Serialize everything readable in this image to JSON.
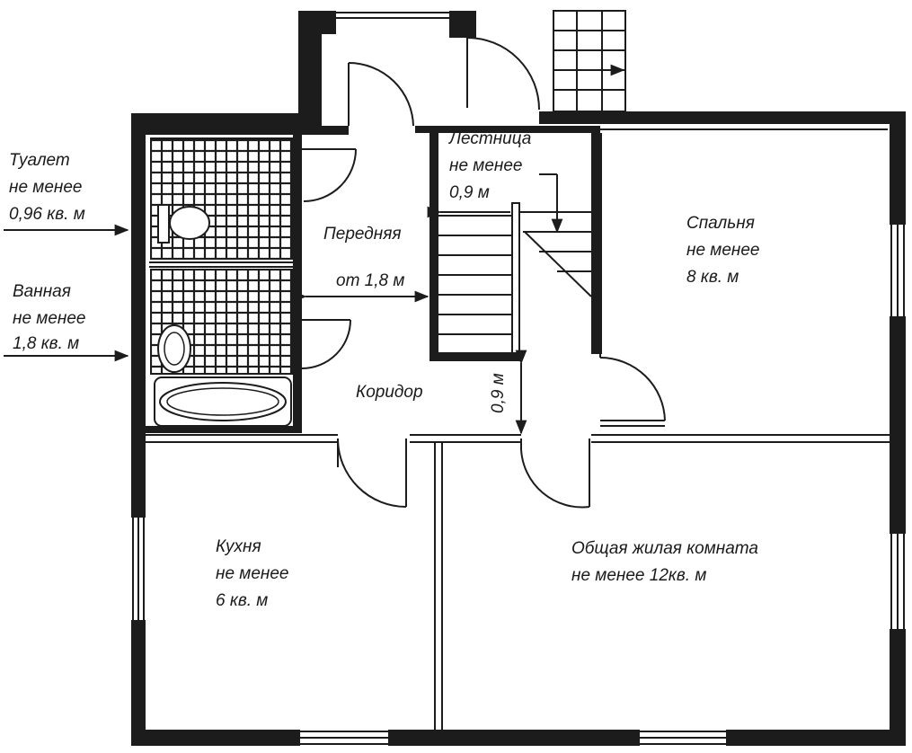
{
  "labels": {
    "toilet": [
      "Туалет",
      "не менее",
      "0,96 кв. м"
    ],
    "bathroom": [
      "Ванная",
      "не менее",
      "1,8 кв. м"
    ],
    "front_hall": "Передняя",
    "hall_width": "от 1,8 м",
    "corridor": "Коридор",
    "corridor_width": "0,9 м",
    "stair": [
      "Лестница",
      "не менее",
      "0,9 м"
    ],
    "bedroom": [
      "Спальня",
      "не менее",
      "8 кв. м"
    ],
    "kitchen": [
      "Кухня",
      "не менее",
      "6 кв. м"
    ],
    "living_room": [
      "Общая жилая комната",
      "не менее 12кв. м"
    ]
  },
  "colors": {
    "line": "#1c1c1c",
    "background": "#ffffff"
  }
}
